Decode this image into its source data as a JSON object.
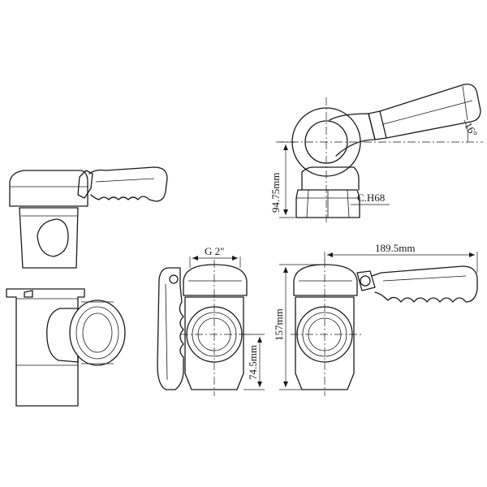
{
  "diagram": {
    "labels": {
      "height_total": "94.75mm",
      "angle": "16°",
      "hex": "C.H68",
      "thread": "G 2\"",
      "handle_length": "189.5mm",
      "body_height": "157mm",
      "outlet_height": "74.5mm"
    },
    "colors": {
      "line": "#1a1a1a",
      "shade": "#d9d9d9",
      "background": "#ffffff"
    }
  }
}
